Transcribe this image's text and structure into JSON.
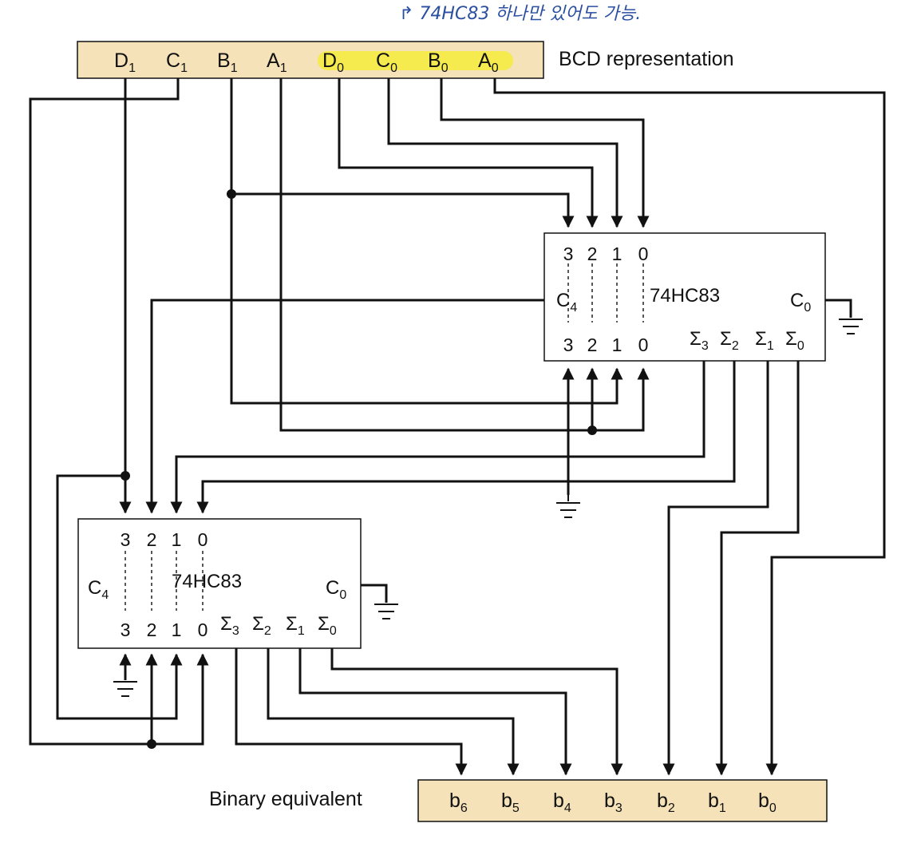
{
  "annotation": "↱ 74HC83 하나만 있어도 가능.",
  "bcd": {
    "title": "BCD representation",
    "inputs": [
      {
        "base": "D",
        "sub": "1"
      },
      {
        "base": "C",
        "sub": "1"
      },
      {
        "base": "B",
        "sub": "1"
      },
      {
        "base": "A",
        "sub": "1"
      },
      {
        "base": "D",
        "sub": "0"
      },
      {
        "base": "C",
        "sub": "0"
      },
      {
        "base": "B",
        "sub": "0"
      },
      {
        "base": "A",
        "sub": "0"
      }
    ]
  },
  "binary": {
    "title": "Binary equivalent",
    "outputs": [
      {
        "base": "b",
        "sub": "6"
      },
      {
        "base": "b",
        "sub": "5"
      },
      {
        "base": "b",
        "sub": "4"
      },
      {
        "base": "b",
        "sub": "3"
      },
      {
        "base": "b",
        "sub": "2"
      },
      {
        "base": "b",
        "sub": "1"
      },
      {
        "base": "b",
        "sub": "0"
      }
    ]
  },
  "adder_top": {
    "name": "74HC83",
    "pins_a": [
      "3",
      "2",
      "1",
      "0"
    ],
    "pins_b": [
      "3",
      "2",
      "1",
      "0"
    ],
    "carry_out": {
      "base": "C",
      "sub": "4"
    },
    "carry_in": {
      "base": "C",
      "sub": "0"
    },
    "sums": [
      {
        "base": "Σ",
        "sub": "3"
      },
      {
        "base": "Σ",
        "sub": "2"
      },
      {
        "base": "Σ",
        "sub": "1"
      },
      {
        "base": "Σ",
        "sub": "0"
      }
    ]
  },
  "adder_bottom": {
    "name": "74HC83",
    "pins_a": [
      "3",
      "2",
      "1",
      "0"
    ],
    "pins_b": [
      "3",
      "2",
      "1",
      "0"
    ],
    "carry_out": {
      "base": "C",
      "sub": "4"
    },
    "carry_in": {
      "base": "C",
      "sub": "0"
    },
    "sums": [
      {
        "base": "Σ",
        "sub": "3"
      },
      {
        "base": "Σ",
        "sub": "2"
      },
      {
        "base": "Σ",
        "sub": "1"
      },
      {
        "base": "Σ",
        "sub": "0"
      }
    ]
  },
  "colors": {
    "register_fill": "#f5e2b8",
    "highlight": "#f4ec3c",
    "wire": "#111111",
    "annotation": "#2a4fa0"
  }
}
